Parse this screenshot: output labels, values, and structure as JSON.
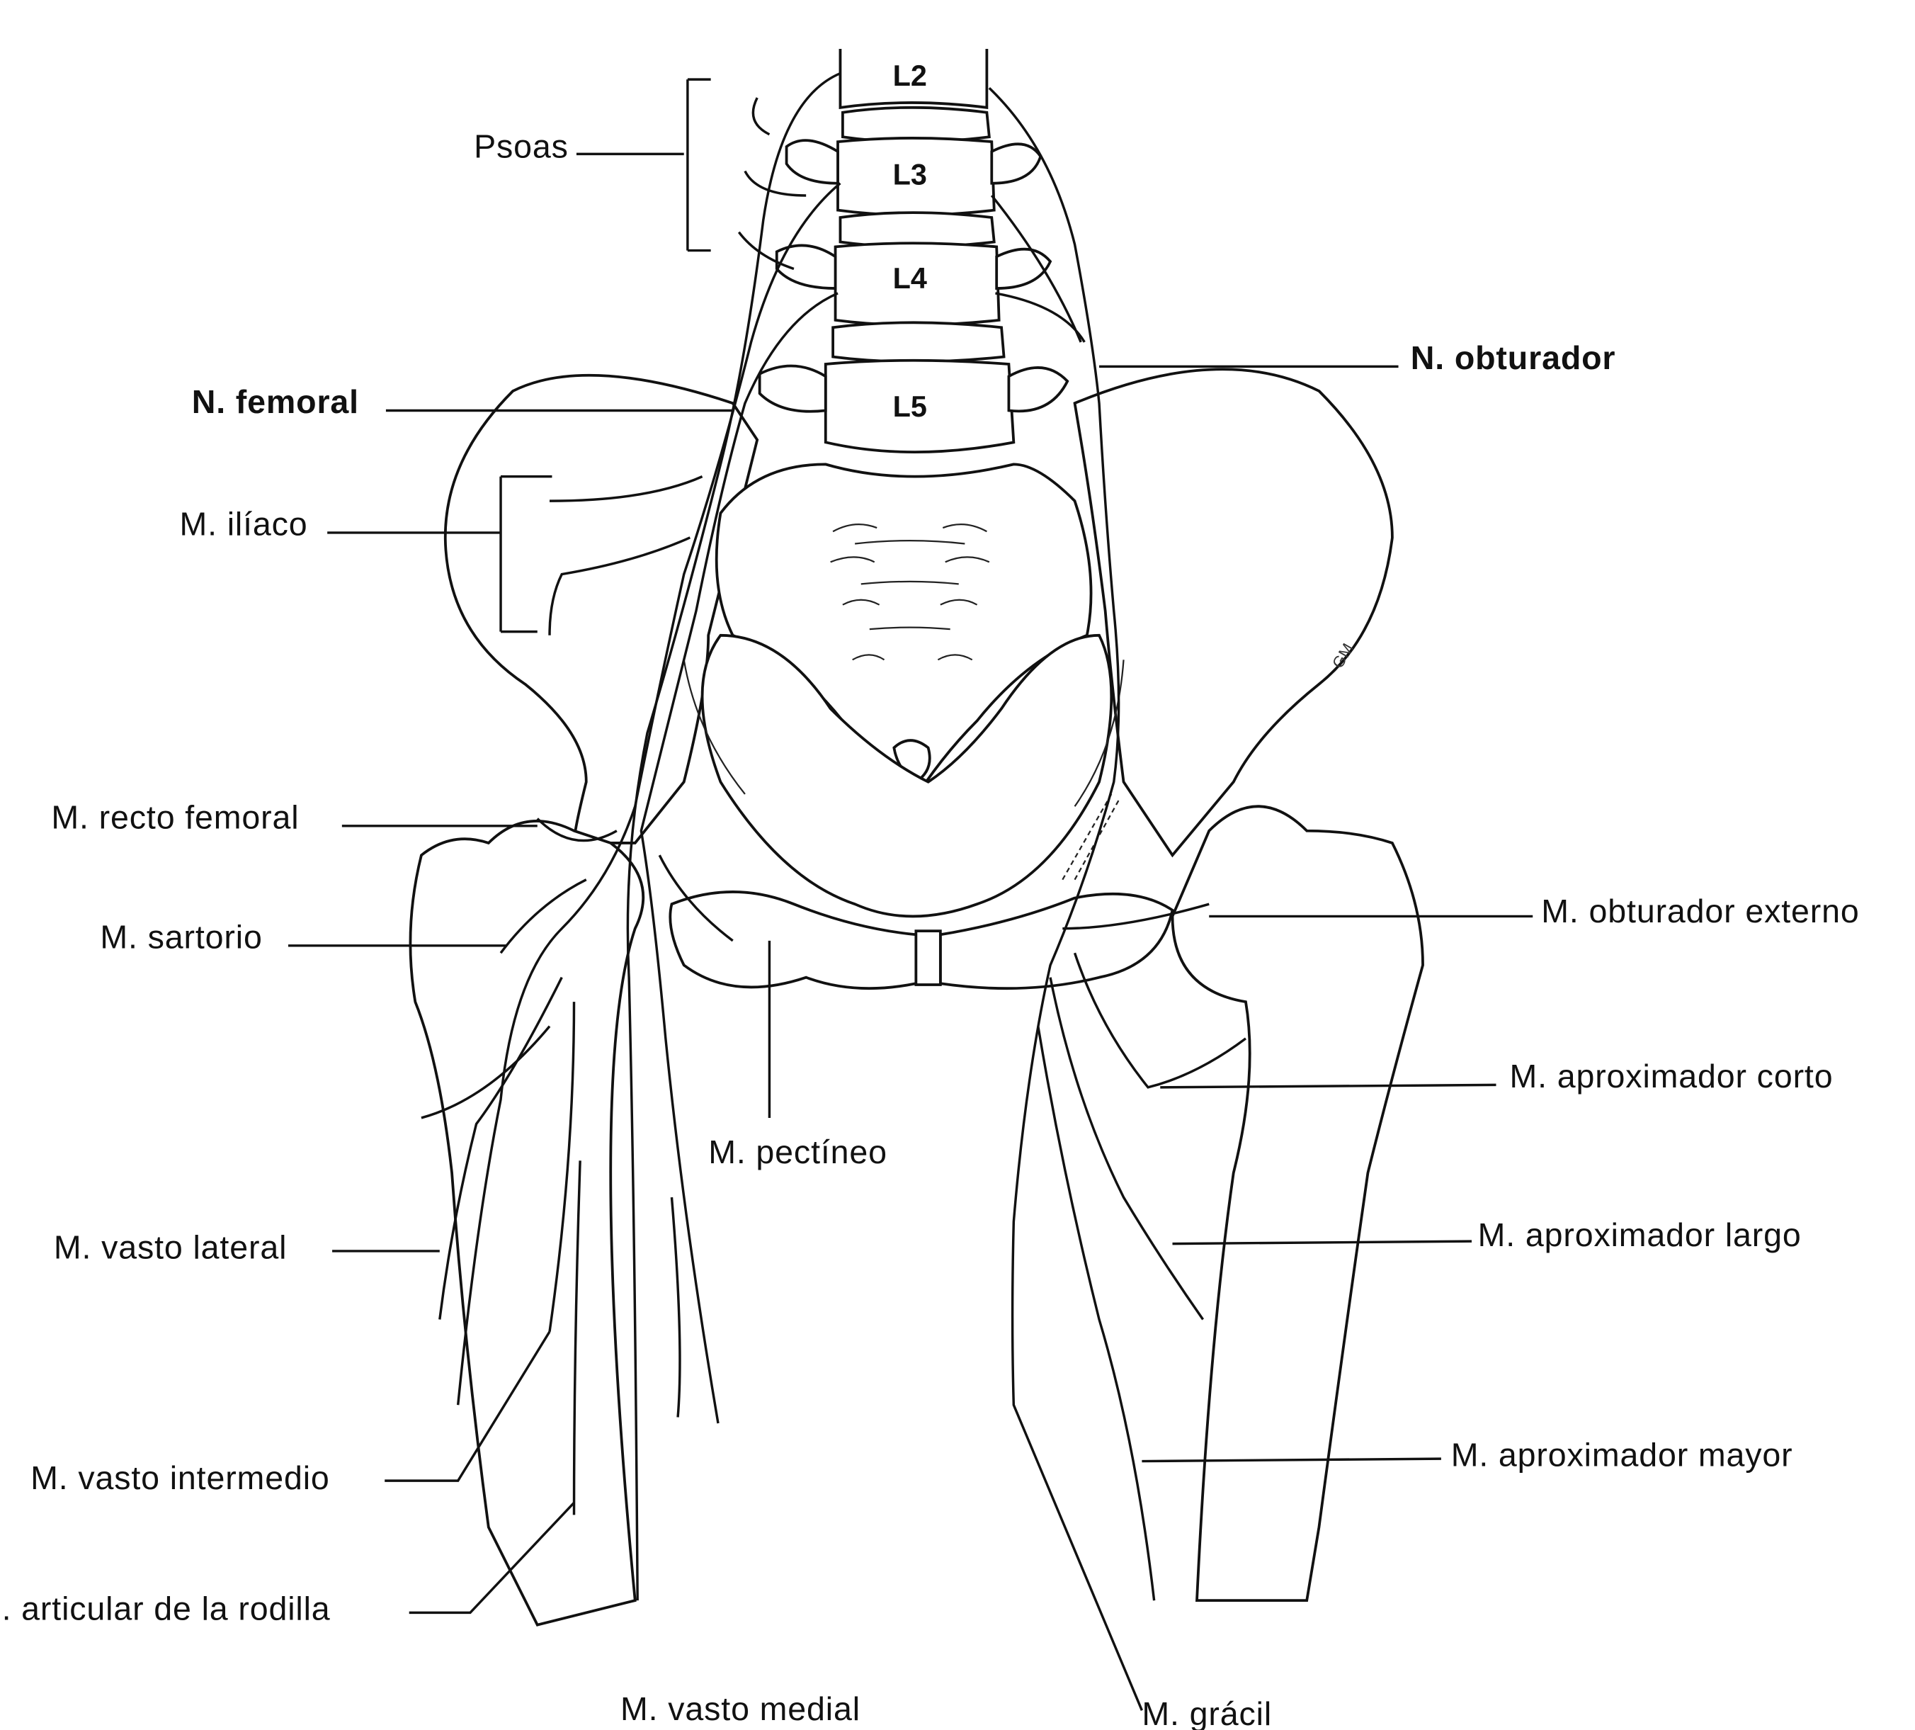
{
  "vertebrae": [
    "L2",
    "L3",
    "L4",
    "L5"
  ],
  "labels": {
    "psoas": "Psoas",
    "n_femoral": "N. femoral",
    "n_obturador": "N. obturador",
    "m_iliaco": "M. ilíaco",
    "m_recto_femoral": "M. recto femoral",
    "m_sartorio": "M. sartorio",
    "m_obturador_externo": "M. obturador externo",
    "m_aproximador_corto": "M. aproximador corto",
    "m_pectineo": "M. pectíneo",
    "m_vasto_lateral": "M. vasto lateral",
    "m_aproximador_largo": "M. aproximador largo",
    "m_vasto_intermedio": "M. vasto intermedio",
    "m_aproximador_mayor": "M. aproximador mayor",
    "n_articular_rodilla": "l. articular de la rodilla",
    "m_vasto_medial": "M. vasto medial",
    "m_gracil": "M. grácil"
  },
  "signature": "GM"
}
